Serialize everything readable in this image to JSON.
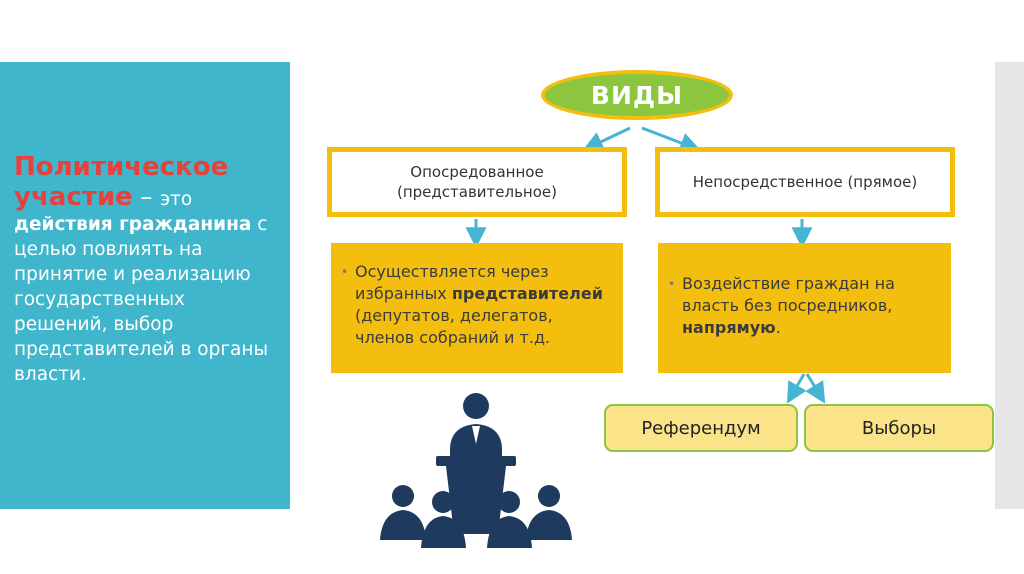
{
  "left": {
    "title_part1": "Политическое",
    "title_part2": "участие",
    "dash": " – ",
    "text1": "это",
    "emph": "действия гражданина",
    "text2": " с целью повлиять на принятие и реализацию государственных решений, выбор представителей в органы власти."
  },
  "root": {
    "label": "ВИДЫ"
  },
  "types": [
    {
      "line1": "Опосредованное",
      "line2": "(представительное)"
    },
    {
      "line1": "Непосредственное (прямое)"
    }
  ],
  "desc1": {
    "pre": "Осуществляется через избранных ",
    "bold": "представителей",
    "post": " (депутатов, делегатов, членов собраний и т.д."
  },
  "desc2": {
    "pre": "Воздействие граждан на власть без посредников, ",
    "bold": "напрямую",
    "post": "."
  },
  "forms": [
    {
      "label": "Референдум"
    },
    {
      "label": "Выборы"
    }
  ],
  "colors": {
    "teal": "#3fb6cc",
    "red_title": "#e8403a",
    "green": "#8cc63f",
    "yellow": "#f4be0f",
    "light_yellow": "#fbe38a",
    "navy_icon": "#1f3a5f",
    "arrow": "#46b4d3"
  },
  "icons": {
    "speaker": "speaker-audience-icon",
    "bullet": "bullet-dot-icon"
  }
}
